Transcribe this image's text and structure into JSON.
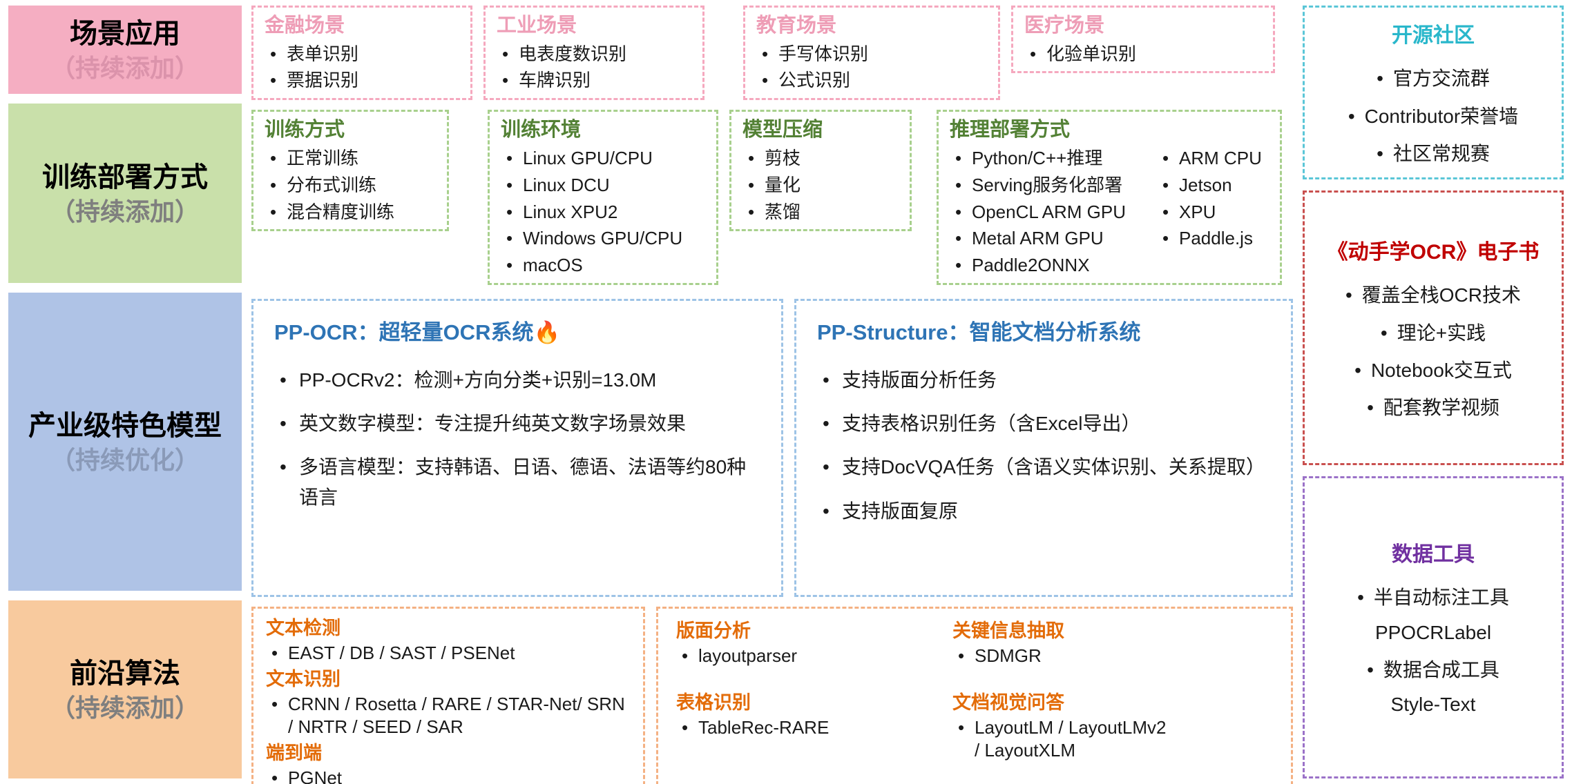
{
  "row_labels": [
    {
      "title": "场景应用",
      "sub": "（持续添加）"
    },
    {
      "title": "训练部署方式",
      "sub": "（持续添加）"
    },
    {
      "title": "产业级特色模型",
      "sub": "（持续优化）"
    },
    {
      "title": "前沿算法",
      "sub": "（持续添加）"
    }
  ],
  "scenes": [
    {
      "title": "金融场景",
      "items": [
        "表单识别",
        "票据识别"
      ]
    },
    {
      "title": "工业场景",
      "items": [
        "电表度数识别",
        "车牌识别"
      ]
    },
    {
      "title": "教育场景",
      "items": [
        "手写体识别",
        "公式识别"
      ]
    },
    {
      "title": "医疗场景",
      "items": [
        "化验单识别"
      ]
    }
  ],
  "training": {
    "methods": {
      "title": "训练方式",
      "items": [
        "正常训练",
        "分布式训练",
        "混合精度训练"
      ]
    },
    "environments": {
      "title": "训练环境",
      "items": [
        "Linux GPU/CPU",
        "Linux DCU",
        "Linux XPU2",
        "Windows GPU/CPU",
        "macOS"
      ]
    },
    "compression": {
      "title": "模型压缩",
      "items": [
        "剪枝",
        "量化",
        "蒸馏"
      ]
    },
    "inference": {
      "title": "推理部署方式",
      "col1": [
        "Python/C++推理",
        "Serving服务化部署",
        "OpenCL ARM GPU",
        "Metal ARM GPU",
        "Paddle2ONNX"
      ],
      "col2": [
        "ARM CPU",
        "Jetson",
        "XPU",
        "Paddle.js"
      ]
    }
  },
  "models": {
    "ppocr": {
      "title": "PP-OCR：超轻量OCR系统",
      "flame": "🔥",
      "items": [
        "PP-OCRv2：检测+方向分类+识别=13.0M",
        "英文数字模型：专注提升纯英文数字场景效果",
        "多语言模型：支持韩语、日语、德语、法语等约80种语言"
      ]
    },
    "ppstructure": {
      "title": "PP-Structure：智能文档分析系统",
      "items": [
        "支持版面分析任务",
        "支持表格识别任务（含Excel导出）",
        "支持DocVQA任务（含语义实体识别、关系提取）",
        "支持版面复原"
      ]
    }
  },
  "algorithms": {
    "text": [
      {
        "title": "文本检测",
        "items": [
          "EAST / DB / SAST / PSENet"
        ]
      },
      {
        "title": "文本识别",
        "items": [
          "CRNN / Rosetta / RARE / STAR-Net/ SRN / NRTR / SEED / SAR"
        ]
      },
      {
        "title": "端到端",
        "items": [
          "PGNet"
        ]
      }
    ],
    "document": [
      {
        "title": "版面分析",
        "items": [
          "layoutparser"
        ]
      },
      {
        "title": "关键信息抽取",
        "items": [
          "SDMGR"
        ]
      },
      {
        "title": "表格识别",
        "items": [
          "TableRec-RARE"
        ]
      },
      {
        "title": "文档视觉问答",
        "items": [
          "LayoutLM / LayoutLMv2 / LayoutXLM"
        ]
      }
    ]
  },
  "sidebar": {
    "community": {
      "title": "开源社区",
      "items": [
        "官方交流群",
        "Contributor荣誉墙",
        "社区常规赛"
      ]
    },
    "ebook": {
      "title": "《动手学OCR》电子书",
      "items": [
        "覆盖全栈OCR技术",
        "理论+实践",
        "Notebook交互式",
        "配套教学视频"
      ]
    },
    "tools": {
      "title": "数据工具",
      "items": [
        {
          "name": "半自动标注工具",
          "tool": "PPOCRLabel"
        },
        {
          "name": "数据合成工具",
          "tool": "Style-Text"
        }
      ]
    }
  },
  "colors": {
    "scene_bg": "#F5AEC2",
    "scene_border": "#F5A8BE",
    "scene_title": "#EE9DB6",
    "train_bg": "#C9E0AA",
    "train_border": "#A8D08D",
    "train_title": "#538135",
    "model_bg": "#AFC3E6",
    "model_border": "#9DC3E6",
    "model_title": "#2E74B5",
    "algo_bg": "#F8CA9E",
    "algo_border": "#F4B183",
    "algo_title": "#E36C09",
    "community_accent": "#29B7CB",
    "ebook_accent": "#C00000",
    "tools_accent": "#7030A0"
  }
}
